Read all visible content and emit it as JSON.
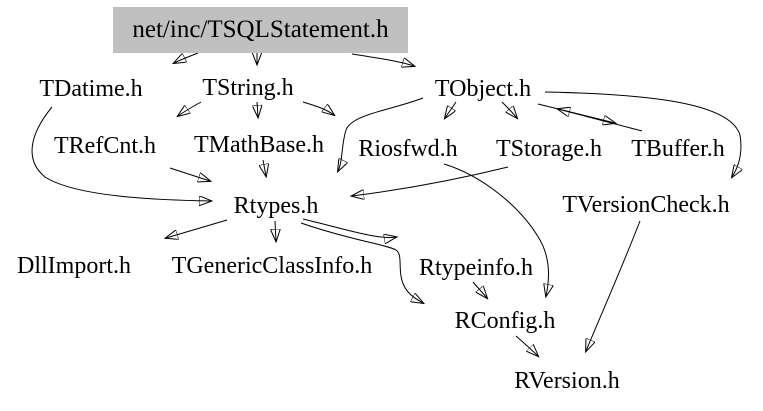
{
  "diagram": {
    "type": "include-dependency-graph",
    "background_color": "#ffffff",
    "selected_node_fill": "#c0c0c0",
    "edge_color": "#000000",
    "text_color": "#000000",
    "title_node": {
      "label": "net/inc/TSQLStatement.h"
    },
    "nodes": [
      {
        "id": "tdatime",
        "label": "TDatime.h"
      },
      {
        "id": "tstring",
        "label": "TString.h"
      },
      {
        "id": "tobject",
        "label": "TObject.h"
      },
      {
        "id": "trefcnt",
        "label": "TRefCnt.h"
      },
      {
        "id": "tmathbase",
        "label": "TMathBase.h"
      },
      {
        "id": "riosfwd",
        "label": "Riosfwd.h"
      },
      {
        "id": "tstorage",
        "label": "TStorage.h"
      },
      {
        "id": "tbuffer",
        "label": "TBuffer.h"
      },
      {
        "id": "tversioncheck",
        "label": "TVersionCheck.h"
      },
      {
        "id": "rtypes",
        "label": "Rtypes.h"
      },
      {
        "id": "dllimport",
        "label": "DllImport.h"
      },
      {
        "id": "tgenericclassinfo",
        "label": "TGenericClassInfo.h"
      },
      {
        "id": "rtypeinfo",
        "label": "Rtypeinfo.h"
      },
      {
        "id": "rconfig",
        "label": "RConfig.h"
      },
      {
        "id": "rversion",
        "label": "RVersion.h"
      }
    ],
    "edges": [
      {
        "from": "net/inc/TSQLStatement.h",
        "to": "TDatime.h"
      },
      {
        "from": "net/inc/TSQLStatement.h",
        "to": "TString.h"
      },
      {
        "from": "net/inc/TSQLStatement.h",
        "to": "TObject.h"
      },
      {
        "from": "TString.h",
        "to": "TRefCnt.h"
      },
      {
        "from": "TString.h",
        "to": "TMathBase.h"
      },
      {
        "from": "TString.h",
        "to": "Riosfwd.h"
      },
      {
        "from": "TObject.h",
        "to": "Riosfwd.h"
      },
      {
        "from": "TObject.h",
        "to": "TStorage.h"
      },
      {
        "from": "TObject.h",
        "to": "TBuffer.h"
      },
      {
        "from": "TBuffer.h",
        "to": "TObject.h"
      },
      {
        "from": "TObject.h",
        "to": "TVersionCheck.h"
      },
      {
        "from": "TObject.h",
        "to": "Rtypes.h"
      },
      {
        "from": "TDatime.h",
        "to": "Rtypes.h"
      },
      {
        "from": "TRefCnt.h",
        "to": "Rtypes.h"
      },
      {
        "from": "TMathBase.h",
        "to": "Rtypes.h"
      },
      {
        "from": "TStorage.h",
        "to": "Rtypes.h"
      },
      {
        "from": "Riosfwd.h",
        "to": "RConfig.h"
      },
      {
        "from": "Rtypes.h",
        "to": "DllImport.h"
      },
      {
        "from": "Rtypes.h",
        "to": "TGenericClassInfo.h"
      },
      {
        "from": "Rtypes.h",
        "to": "Rtypeinfo.h"
      },
      {
        "from": "Rtypes.h",
        "to": "RConfig.h"
      },
      {
        "from": "Rtypeinfo.h",
        "to": "RConfig.h"
      },
      {
        "from": "RConfig.h",
        "to": "RVersion.h"
      },
      {
        "from": "TVersionCheck.h",
        "to": "RVersion.h"
      }
    ]
  }
}
